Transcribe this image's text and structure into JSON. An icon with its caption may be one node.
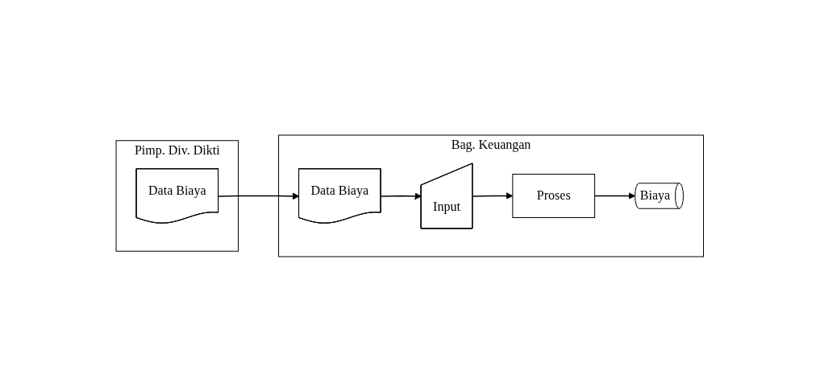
{
  "diagram": {
    "nodes": [
      {
        "text": [
          "Pimp. Div. Dikti"
        ]
      },
      {
        "text": [
          "Data Biaya"
        ],
        "in": 0
      },
      {
        "text": [
          "Bag. Keuangan"
        ]
      },
      {
        "text": [
          "Data Biaya"
        ],
        "in": 2
      },
      {
        "text": [
          "Input"
        ],
        "in": 2
      },
      {
        "text": [
          "Proses"
        ],
        "in": 2
      },
      {
        "text": [
          "Biaya"
        ],
        "in": 2
      }
    ],
    "edges": [
      {
        "from": 1,
        "to": 3,
        "arrow": "to"
      },
      {
        "from": 3,
        "to": 4,
        "arrow": "to"
      },
      {
        "from": 4,
        "to": 5,
        "arrow": "to"
      },
      {
        "from": 5,
        "to": 6,
        "arrow": "to"
      }
    ]
  }
}
